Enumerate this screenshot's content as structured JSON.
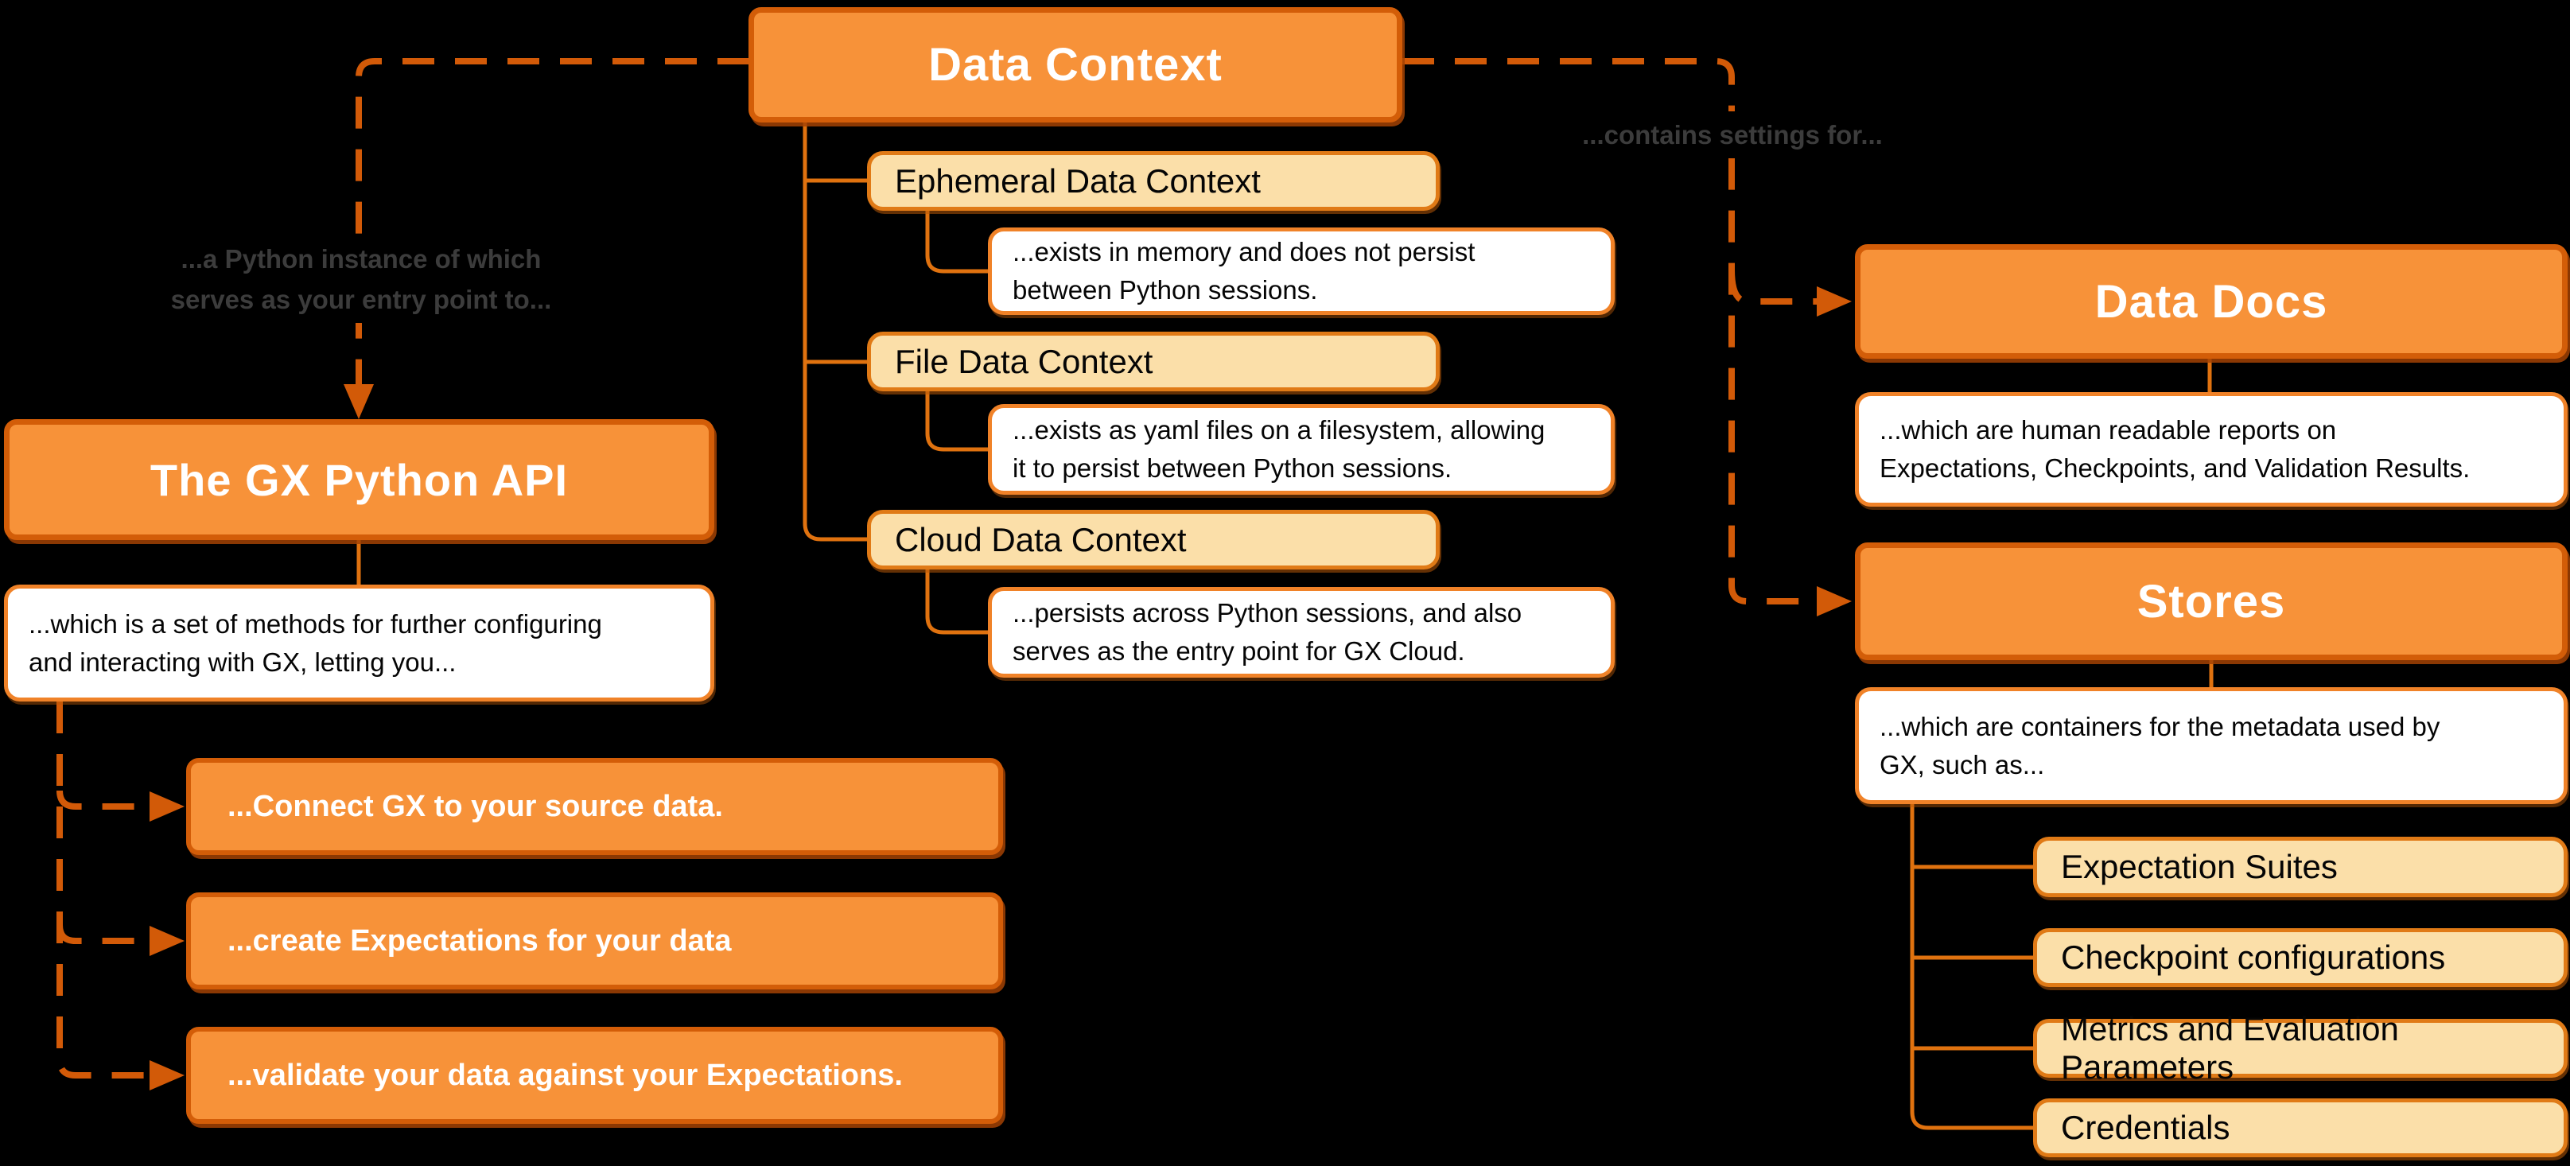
{
  "colors": {
    "background": "#000000",
    "node_fill": "#F79239",
    "node_border": "#D35D08",
    "light_fill": "#FBDFA9",
    "light_border": "#E07A16",
    "white_fill": "#FFFFFF",
    "white_border": "#F08228",
    "solid_connector": "#E0720F",
    "dashed_connector": "#D25A08",
    "edge_label_text": "#3C3C3C"
  },
  "diagram": {
    "data_context": {
      "label": "Data Context"
    },
    "context_types": [
      {
        "label": "Ephemeral Data Context",
        "desc": "...exists in memory and does not persist\nbetween Python sessions."
      },
      {
        "label": "File Data Context",
        "desc": "...exists as yaml files on a filesystem, allowing\nit to persist between Python sessions."
      },
      {
        "label": "Cloud Data Context",
        "desc": "...persists across Python sessions, and also\nserves as the entry point for GX Cloud."
      }
    ],
    "edge_labels": {
      "to_api": "...a Python instance of which\nserves as your entry point to...",
      "to_settings": "...contains settings for..."
    },
    "gx_api": {
      "label": "The GX Python API",
      "desc": "...which is a set of methods for further configuring\nand interacting with GX, letting you..."
    },
    "api_actions": [
      {
        "label": "...Connect GX to your source data."
      },
      {
        "label": "...create Expectations for your data"
      },
      {
        "label": "...validate your data against your Expectations."
      }
    ],
    "data_docs": {
      "label": "Data Docs",
      "desc": "...which are human readable reports on\nExpectations, Checkpoints, and Validation Results."
    },
    "stores": {
      "label": "Stores",
      "desc": "...which are containers for the metadata used by\nGX, such as..."
    },
    "store_items": [
      {
        "label": "Expectation Suites"
      },
      {
        "label": "Checkpoint configurations"
      },
      {
        "label": "Metrics and Evaluation Parameters"
      },
      {
        "label": "Credentials"
      }
    ]
  }
}
